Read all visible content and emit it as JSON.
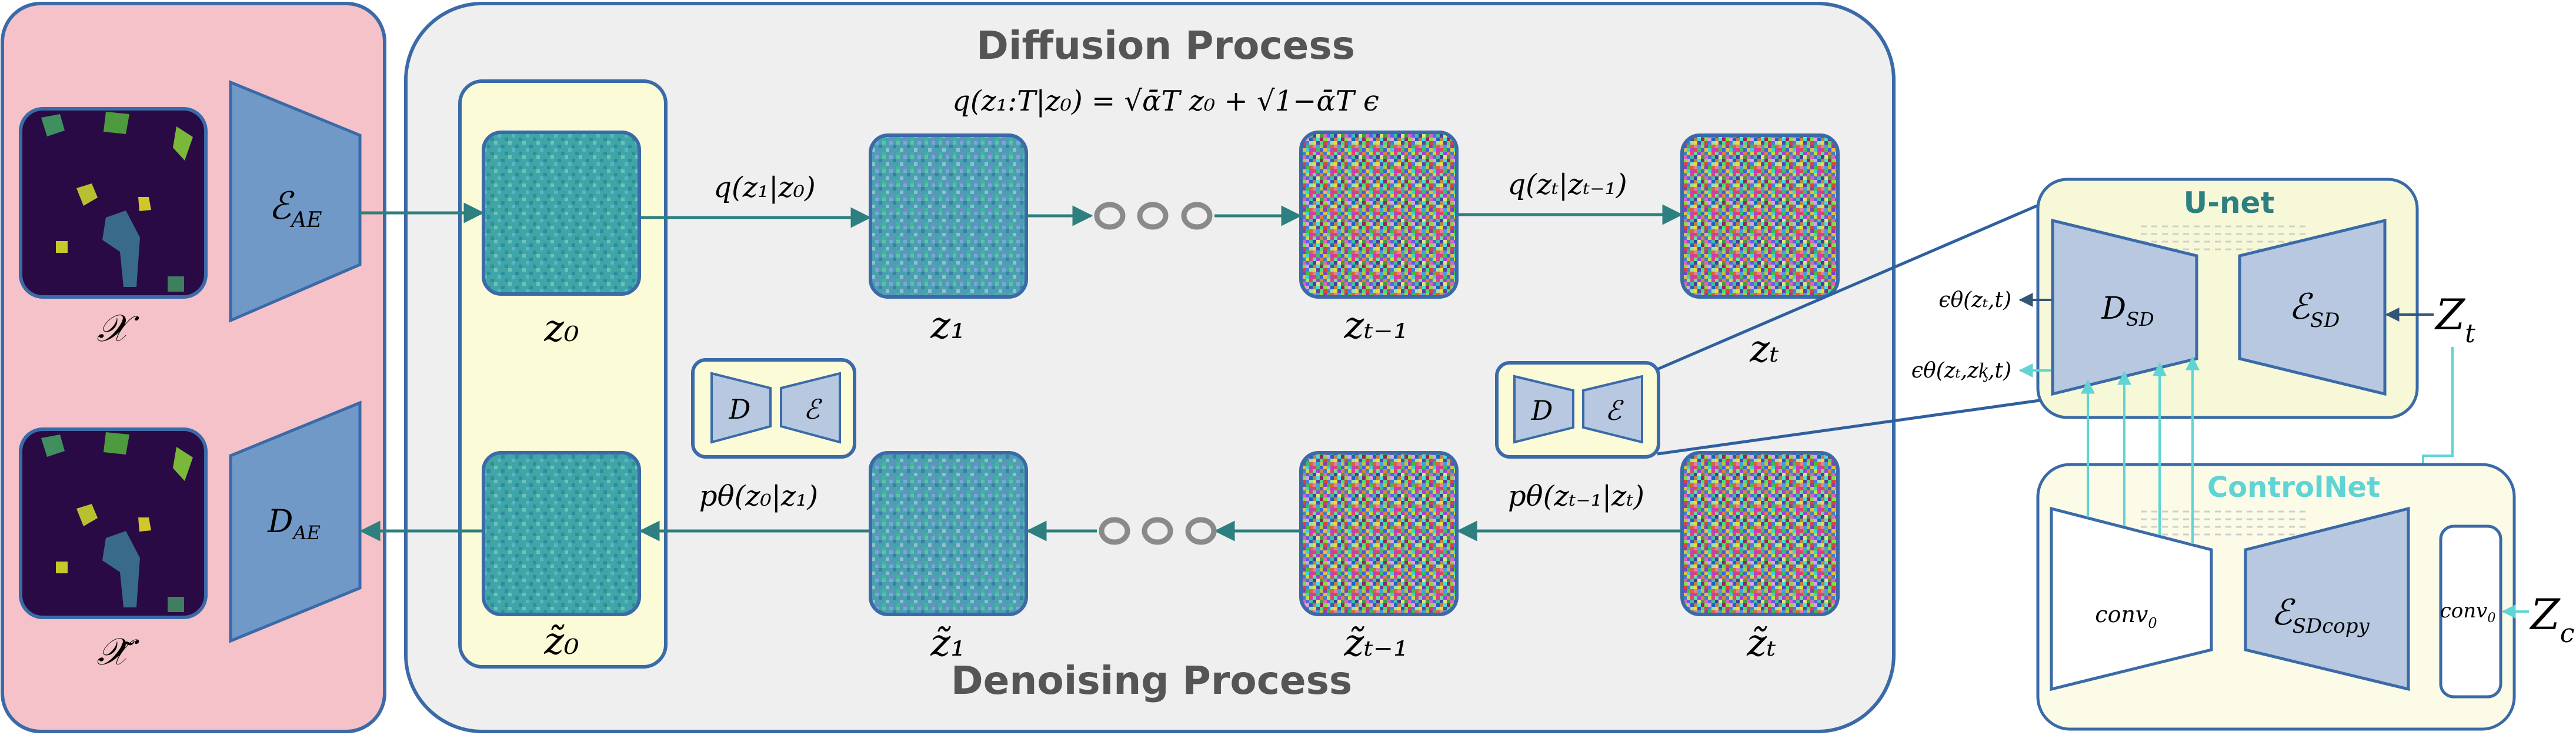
{
  "colors": {
    "pink_panel": "#f4c2c8",
    "grey_panel": "#efefef",
    "yellow_panel": "#fbfbd8",
    "blue_block": "#7099c8",
    "light_block": "#b7c8e0",
    "teal_arrow": "#2e7f7f",
    "cyan_arrow": "#60d4d4",
    "navy_border": "#3a6aa8",
    "teal_image": "#3fa5a8",
    "dark_image": "#2a0a45"
  },
  "titles": {
    "diffusion": "Diffusion Process",
    "denoising": "Denoising Process",
    "unet": "U-net",
    "controlnet": "ControlNet"
  },
  "formula": {
    "q_lhs": "q(z₁:T|z₀) = ",
    "sqrt_alpha": "√ᾱT",
    "z0": " z₀ + ",
    "sqrt_one_minus": "√1−ᾱT",
    "eps": " ϵ"
  },
  "encoder": {
    "symbol": "ℰ",
    "sub": "AE"
  },
  "decoder": {
    "symbol": "D",
    "sub": "AE"
  },
  "input_label": "𝒳",
  "output_label": "𝒳̃",
  "latents": {
    "z0": "z₀",
    "z1": "z₁",
    "zT1": "zₜ₋₁",
    "zT": "zₜ",
    "z0_tilde": "z̃₀",
    "z1_tilde": "z̃₁",
    "zT1_tilde": "z̃ₜ₋₁",
    "zT_tilde": "z̃ₜ"
  },
  "forward_arrows": {
    "q1": "q(z₁|z₀)",
    "qT": "q(zₜ|zₜ₋₁)"
  },
  "reverse_arrows": {
    "p1": "pθ(z₀|z₁)",
    "pT": "pθ(zₜ₋₁|zₜ)"
  },
  "mini_unet": {
    "d": "D",
    "e": "ℰ"
  },
  "unet": {
    "decoder": "D",
    "decoder_sub": "SD",
    "encoder": "ℰ",
    "encoder_sub": "SD",
    "out1": "ϵθ(zₜ,t)",
    "out2": "ϵθ(zₜ,zᶄ,t)",
    "zt": "Z",
    "zt_sub": "t"
  },
  "controlnet": {
    "conv_left": "conv",
    "conv_left_sub": "0",
    "copy": "ℰ",
    "copy_sub": "SDcopy",
    "conv_right": "conv",
    "conv_right_sub": "0",
    "zc": "Z",
    "zc_sub": "c"
  }
}
